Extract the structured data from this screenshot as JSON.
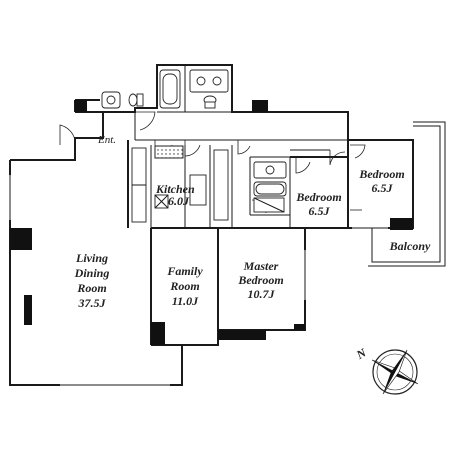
{
  "rooms": {
    "entrance": "Ent.",
    "kitchen": "Kitchen",
    "kitchen_size": "6.0J",
    "living": [
      "Living",
      "Dining",
      "Room",
      "37.5J"
    ],
    "family": [
      "Family",
      "Room",
      "11.0J"
    ],
    "master": [
      "Master",
      "Bedroom",
      "10.7J"
    ],
    "bedroom_center": [
      "Bedroom",
      "6.5J"
    ],
    "bedroom_right": [
      "Bedroom",
      "6.5J"
    ],
    "balcony": "Balcony"
  },
  "compass": {
    "label": "N",
    "icon": "compass-rose-icon"
  }
}
